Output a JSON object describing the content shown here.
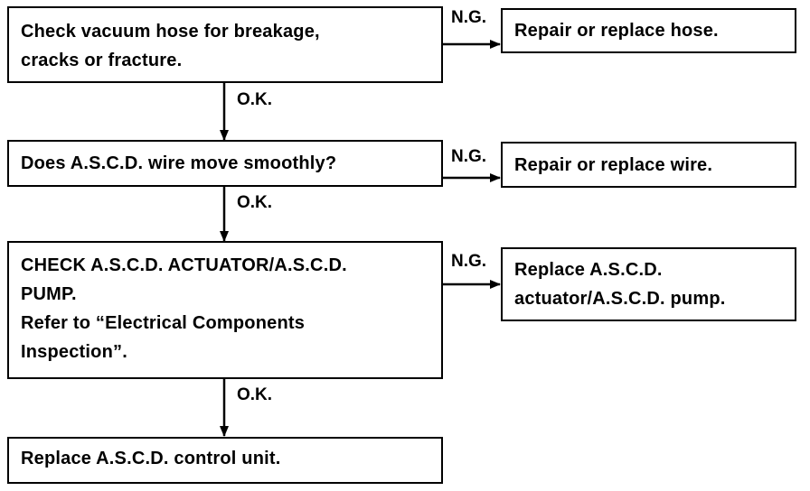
{
  "steps": [
    {
      "check": [
        "Check vacuum hose for breakage,",
        "cracks or fracture."
      ],
      "ng_result": [
        "Repair or replace hose."
      ]
    },
    {
      "check": [
        "Does A.S.C.D. wire move smoothly?"
      ],
      "ng_result": [
        "Repair or replace wire."
      ]
    },
    {
      "check": [
        "CHECK A.S.C.D. ACTUATOR/A.S.C.D.",
        "PUMP.",
        "Refer to “Electrical Components",
        "Inspection”."
      ],
      "ng_result": [
        "Replace A.S.C.D.",
        "actuator/A.S.C.D. pump."
      ]
    }
  ],
  "final": [
    "Replace A.S.C.D. control unit."
  ],
  "labels": {
    "ng": "N.G.",
    "ok": "O.K."
  }
}
